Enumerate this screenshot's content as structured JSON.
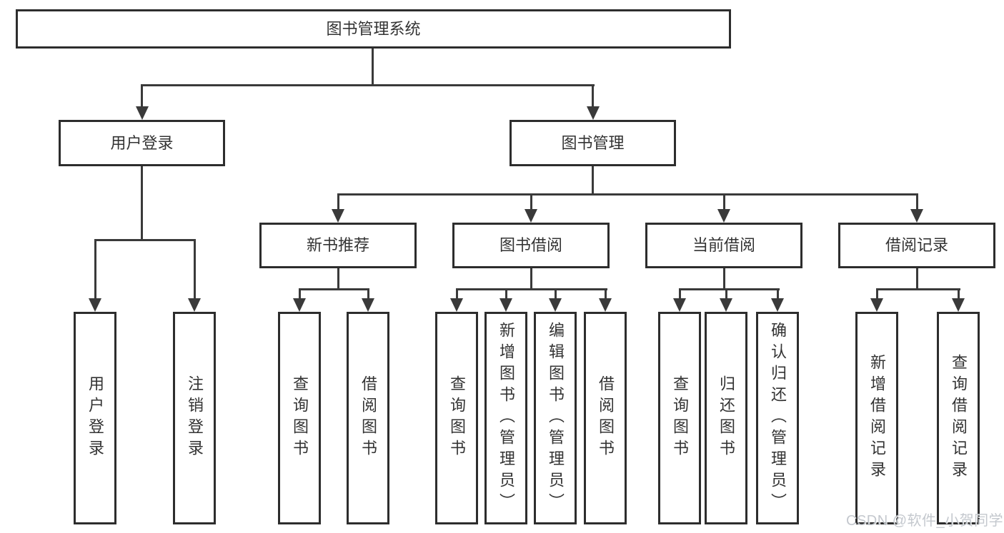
{
  "tree": {
    "root": {
      "label": "图书管理系统"
    },
    "l2": [
      {
        "label": "用户登录",
        "children": [
          {
            "label": "用户登录"
          },
          {
            "label": "注销登录"
          }
        ]
      },
      {
        "label": "图书管理",
        "children": [
          {
            "label": "新书推荐",
            "children": [
              {
                "label": "查询图书"
              },
              {
                "label": "借阅图书"
              }
            ]
          },
          {
            "label": "图书借阅",
            "children": [
              {
                "label": "查询图书"
              },
              {
                "label": "新增图书（管理员）"
              },
              {
                "label": "编辑图书（管理员）"
              },
              {
                "label": "借阅图书"
              }
            ]
          },
          {
            "label": "当前借阅",
            "children": [
              {
                "label": "查询图书"
              },
              {
                "label": "归还图书"
              },
              {
                "label": "确认归还（管理员）"
              }
            ]
          },
          {
            "label": "借阅记录",
            "children": [
              {
                "label": "新增借阅记录"
              },
              {
                "label": "查询借阅记录"
              }
            ]
          }
        ]
      }
    ]
  },
  "watermark": {
    "text": "CSDN @软件_小贺同学"
  },
  "colors": {
    "line": "#3a3a3a",
    "border": "#2d2d2d",
    "text": "#333333",
    "background": "#ffffff",
    "watermark": "#bfc4ca"
  }
}
